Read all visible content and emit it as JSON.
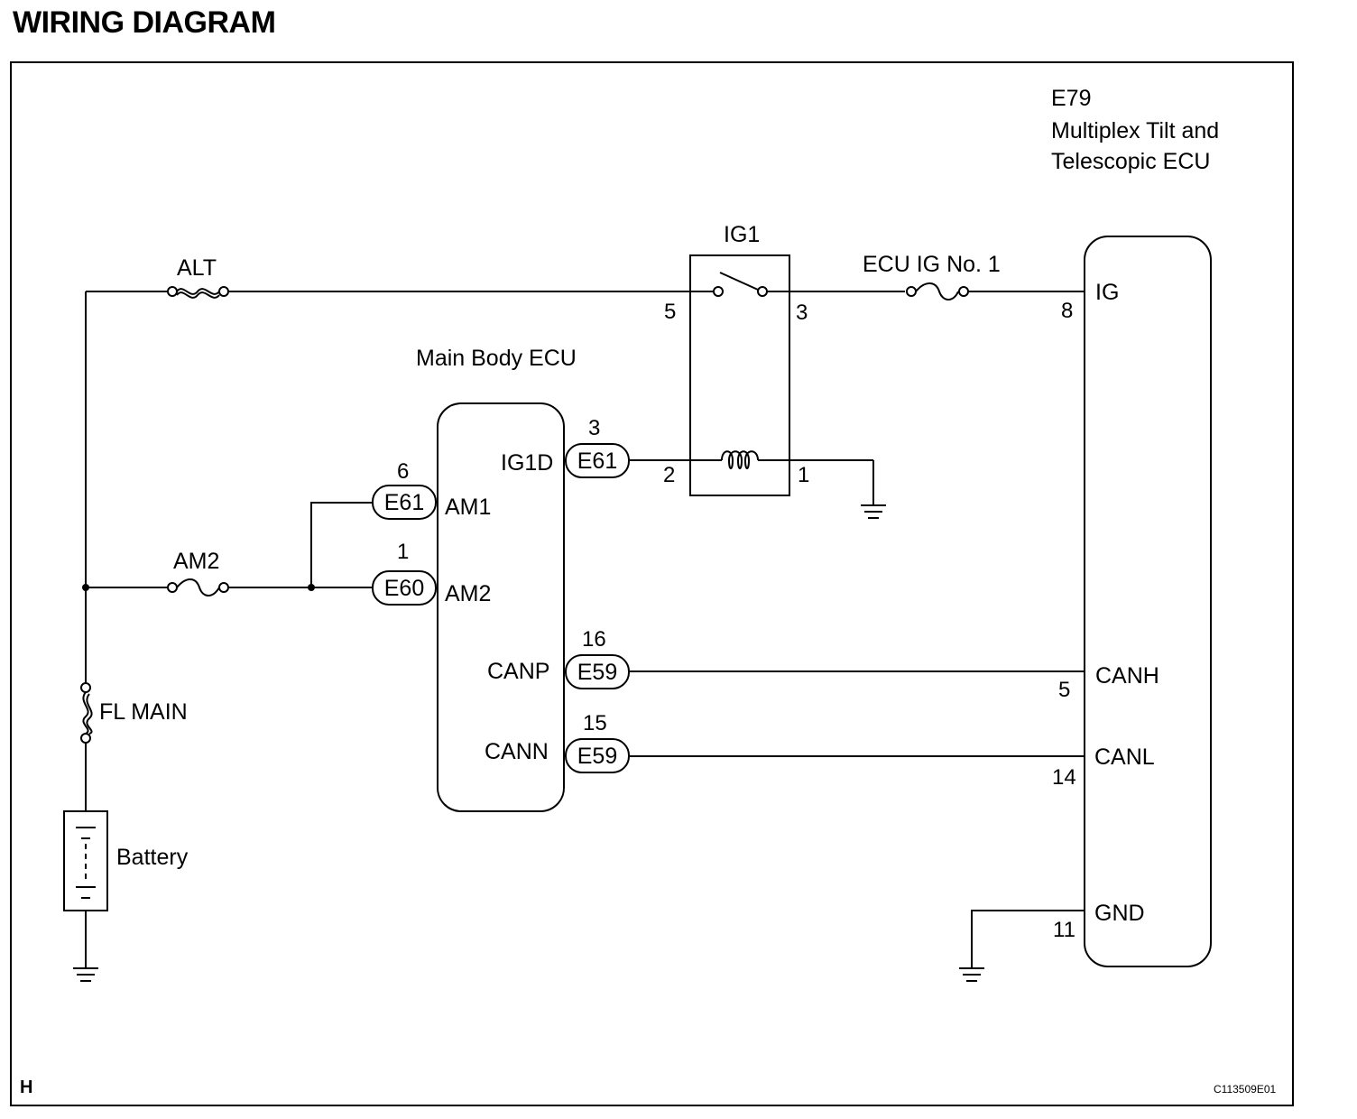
{
  "page": {
    "heading": "WIRING DIAGRAM",
    "corner_mark": "H",
    "figure_id": "C113509E01"
  },
  "components": {
    "ecu_e79": {
      "code": "E79",
      "name_line1": "Multiplex Tilt and",
      "name_line2": "Telescopic ECU",
      "pins": {
        "ig": "IG",
        "ig_no": "8",
        "canh": "CANH",
        "canh_no": "5",
        "canl": "CANL",
        "canl_no": "14",
        "gnd": "GND",
        "gnd_no": "11"
      }
    },
    "relay_ig1": {
      "label": "IG1",
      "pin5": "5",
      "pin3": "3",
      "pin2": "2",
      "pin1": "1"
    },
    "main_body_ecu": {
      "label": "Main Body ECU",
      "pins": {
        "ig1d": "IG1D",
        "am1": "AM1",
        "am2": "AM2",
        "canp": "CANP",
        "cann": "CANN"
      }
    },
    "connectors": {
      "ig1d": {
        "code": "E61",
        "pin": "3"
      },
      "am1": {
        "code": "E61",
        "pin": "6"
      },
      "am2": {
        "code": "E60",
        "pin": "1"
      },
      "canp": {
        "code": "E59",
        "pin": "16"
      },
      "cann": {
        "code": "E59",
        "pin": "15"
      }
    },
    "fuses": {
      "alt": "ALT",
      "am2": "AM2",
      "ecu_ig": "ECU IG No. 1",
      "fl_main": "FL MAIN"
    },
    "battery": "Battery"
  }
}
